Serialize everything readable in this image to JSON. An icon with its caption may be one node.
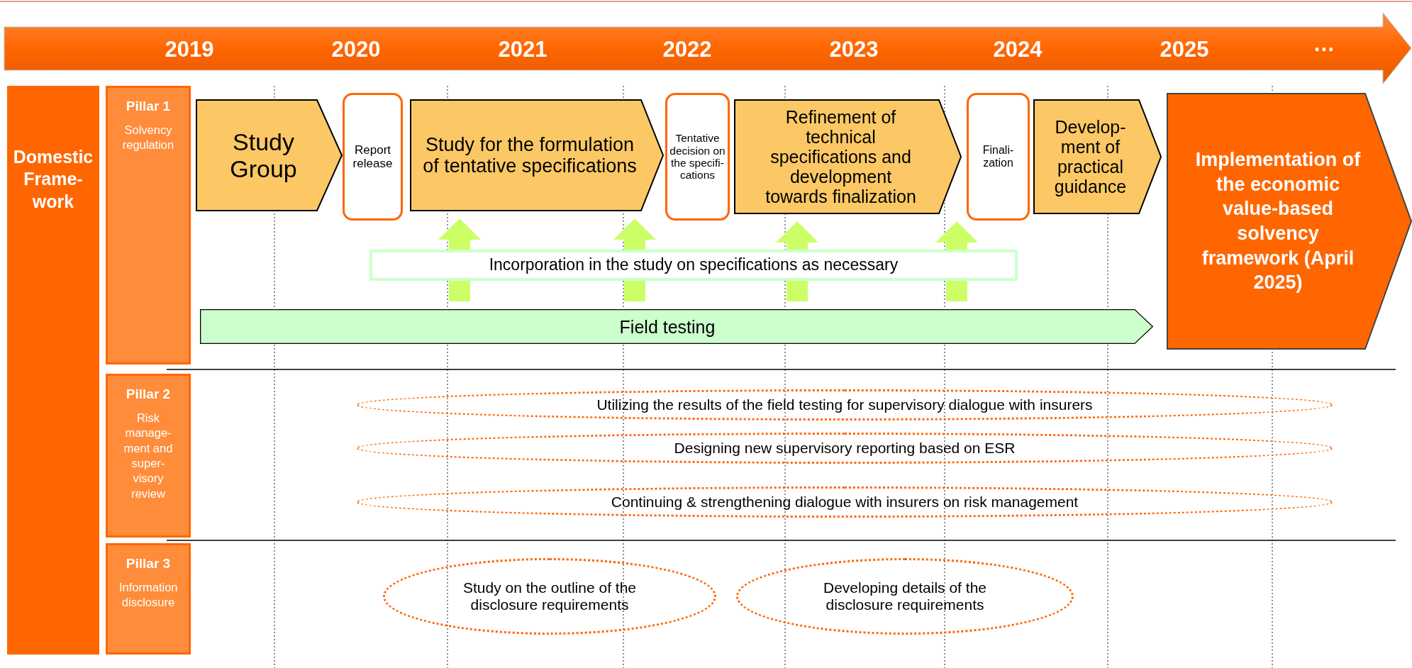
{
  "diagram": {
    "nodes": [
      {
        "text": [
          "Domestic Frame-work"
        ]
      },
      {
        "text": [
          "Pillar 1",
          "Solvency regulation"
        ]
      },
      {
        "text": [
          "Pillar 2",
          "Risk manage-ment and super-visory review"
        ]
      },
      {
        "text": [
          "Pillar 3",
          "Information disclosure"
        ]
      },
      {
        "text": [
          "Study Group"
        ]
      },
      {
        "text": [
          "Report release"
        ]
      },
      {
        "text": [
          "Study for the formulation of tentative specifications"
        ]
      },
      {
        "text": [
          "Tentative decision on the specifi-cations"
        ]
      },
      {
        "text": [
          "Refinement of technical specifications and development towards finalization"
        ]
      },
      {
        "text": [
          "Finali-zation"
        ]
      },
      {
        "text": [
          "Develop-ment of practical guidance"
        ]
      },
      {
        "text": [
          "Implementation of the economic value-based solvency framework (April 2025)"
        ]
      },
      {
        "text": [
          "Incorporation in the study on specifications as necessary"
        ]
      },
      {
        "text": [
          "Field testing"
        ]
      },
      {
        "text": [
          "Utilizing the results of the field testing for supervisory dialogue with insurers"
        ]
      },
      {
        "text": [
          "Designing new supervisory reporting based on ESR"
        ]
      },
      {
        "text": [
          "Continuing & strengthening dialogue with insurers on risk management"
        ]
      },
      {
        "text": [
          "Study on the outline of the disclosure requirements"
        ]
      },
      {
        "text": [
          "Developing details of the disclosure requirements"
        ]
      }
    ],
    "edges": [
      {
        "from": 13,
        "to": 12,
        "arrow": "none"
      },
      {
        "from": 13,
        "to": 12,
        "arrow": "none"
      },
      {
        "from": 13,
        "to": 12,
        "arrow": "none"
      },
      {
        "from": 13,
        "to": 12,
        "arrow": "none"
      },
      {
        "from": 12,
        "to": 6,
        "arrow": "to"
      },
      {
        "from": 12,
        "to": 6,
        "arrow": "to"
      },
      {
        "from": 12,
        "to": 8,
        "arrow": "to"
      },
      {
        "from": 12,
        "to": 8,
        "arrow": "to"
      }
    ],
    "labels": [
      "2019",
      "2020",
      "2021",
      "2022",
      "2023",
      "2024",
      "2025",
      "…"
    ]
  }
}
